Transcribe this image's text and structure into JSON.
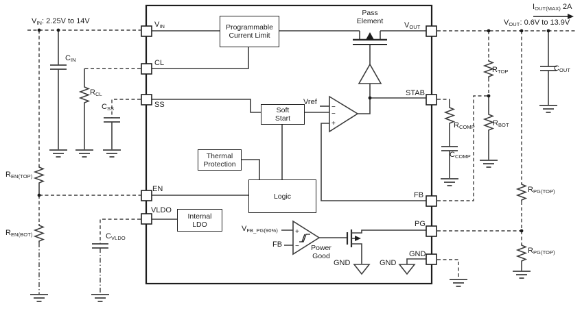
{
  "rails": {
    "vin": {
      "pre": "V",
      "sub": "IN",
      "post": ": 2.25V to 14V"
    },
    "iout": {
      "pre": "I",
      "sub": "OUT(MAX)",
      "post": " 2A"
    },
    "vout": {
      "pre": "V",
      "sub": "OUT",
      "post": ": 0.6V to 13.9V"
    }
  },
  "pins": {
    "vin": {
      "pre": "V",
      "sub": "IN"
    },
    "cl": {
      "pre": "CL"
    },
    "ss": {
      "pre": "SS"
    },
    "en": {
      "pre": "EN"
    },
    "vldo": {
      "pre": "VLDO"
    },
    "vout": {
      "pre": "V",
      "sub": "OUT"
    },
    "stab": {
      "pre": "STAB"
    },
    "fb": {
      "pre": "FB"
    },
    "pg": {
      "pre": "PG"
    },
    "gnd": {
      "pre": "GND"
    }
  },
  "blocks": {
    "prog_limit": "Programmable Current Limit",
    "pass_element": "Pass Element",
    "soft_start": "Soft Start",
    "thermal": "Thermal Protection",
    "logic": "Logic",
    "internal_ldo": "Internal LDO",
    "power_good": "Power Good"
  },
  "components": {
    "cin": {
      "pre": "C",
      "sub": "IN"
    },
    "rcl": {
      "pre": "R",
      "sub": "CL"
    },
    "css": {
      "pre": "C",
      "sub": "SS"
    },
    "ren_top": {
      "pre": "R",
      "sub": "EN(TOP)"
    },
    "ren_bot": {
      "pre": "R",
      "sub": "EN(BOT)"
    },
    "cvldo": {
      "pre": "C",
      "sub": "VLDO"
    },
    "rtop": {
      "pre": "R",
      "sub": "TOP"
    },
    "cout": {
      "pre": "C",
      "sub": "OUT"
    },
    "rcomp": {
      "pre": "R",
      "sub": "COMP"
    },
    "ccomp": {
      "pre": "C",
      "sub": "COMP"
    },
    "rbot": {
      "pre": "R",
      "sub": "BOT"
    },
    "rpg_top1": {
      "pre": "R",
      "sub": "PG(TOP)"
    },
    "rpg_top2": {
      "pre": "R",
      "sub": "PG(TOP)"
    }
  },
  "signals": {
    "vref": "Vref",
    "vfb_pg": {
      "pre": "V",
      "sub": "FB_PG(90%)"
    },
    "fb_input": "FB",
    "gnd_left": "GND",
    "gnd_right": "GND",
    "plus": "+",
    "minus": "−"
  }
}
